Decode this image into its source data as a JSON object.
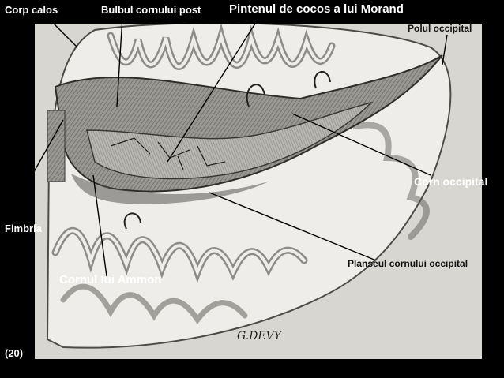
{
  "labels": {
    "corp_calos": "Corp  calos",
    "bulbul": "Bulbul cornului post",
    "pintenul": "Pintenul de cocos a lui Morand",
    "polul": "Polul occipital",
    "corn_occipital": "Corn occipital",
    "fimbria": "Fimbria",
    "planseul": "Planseul cornului occipital",
    "cornul_ammon": "Cornul lui Ammon",
    "figure_number": "(20)"
  },
  "signature": "G.DEVY",
  "colors": {
    "background": "#000000",
    "plate": "#d8d6d0",
    "label_text": "#ffffff",
    "leader": "#000000"
  }
}
